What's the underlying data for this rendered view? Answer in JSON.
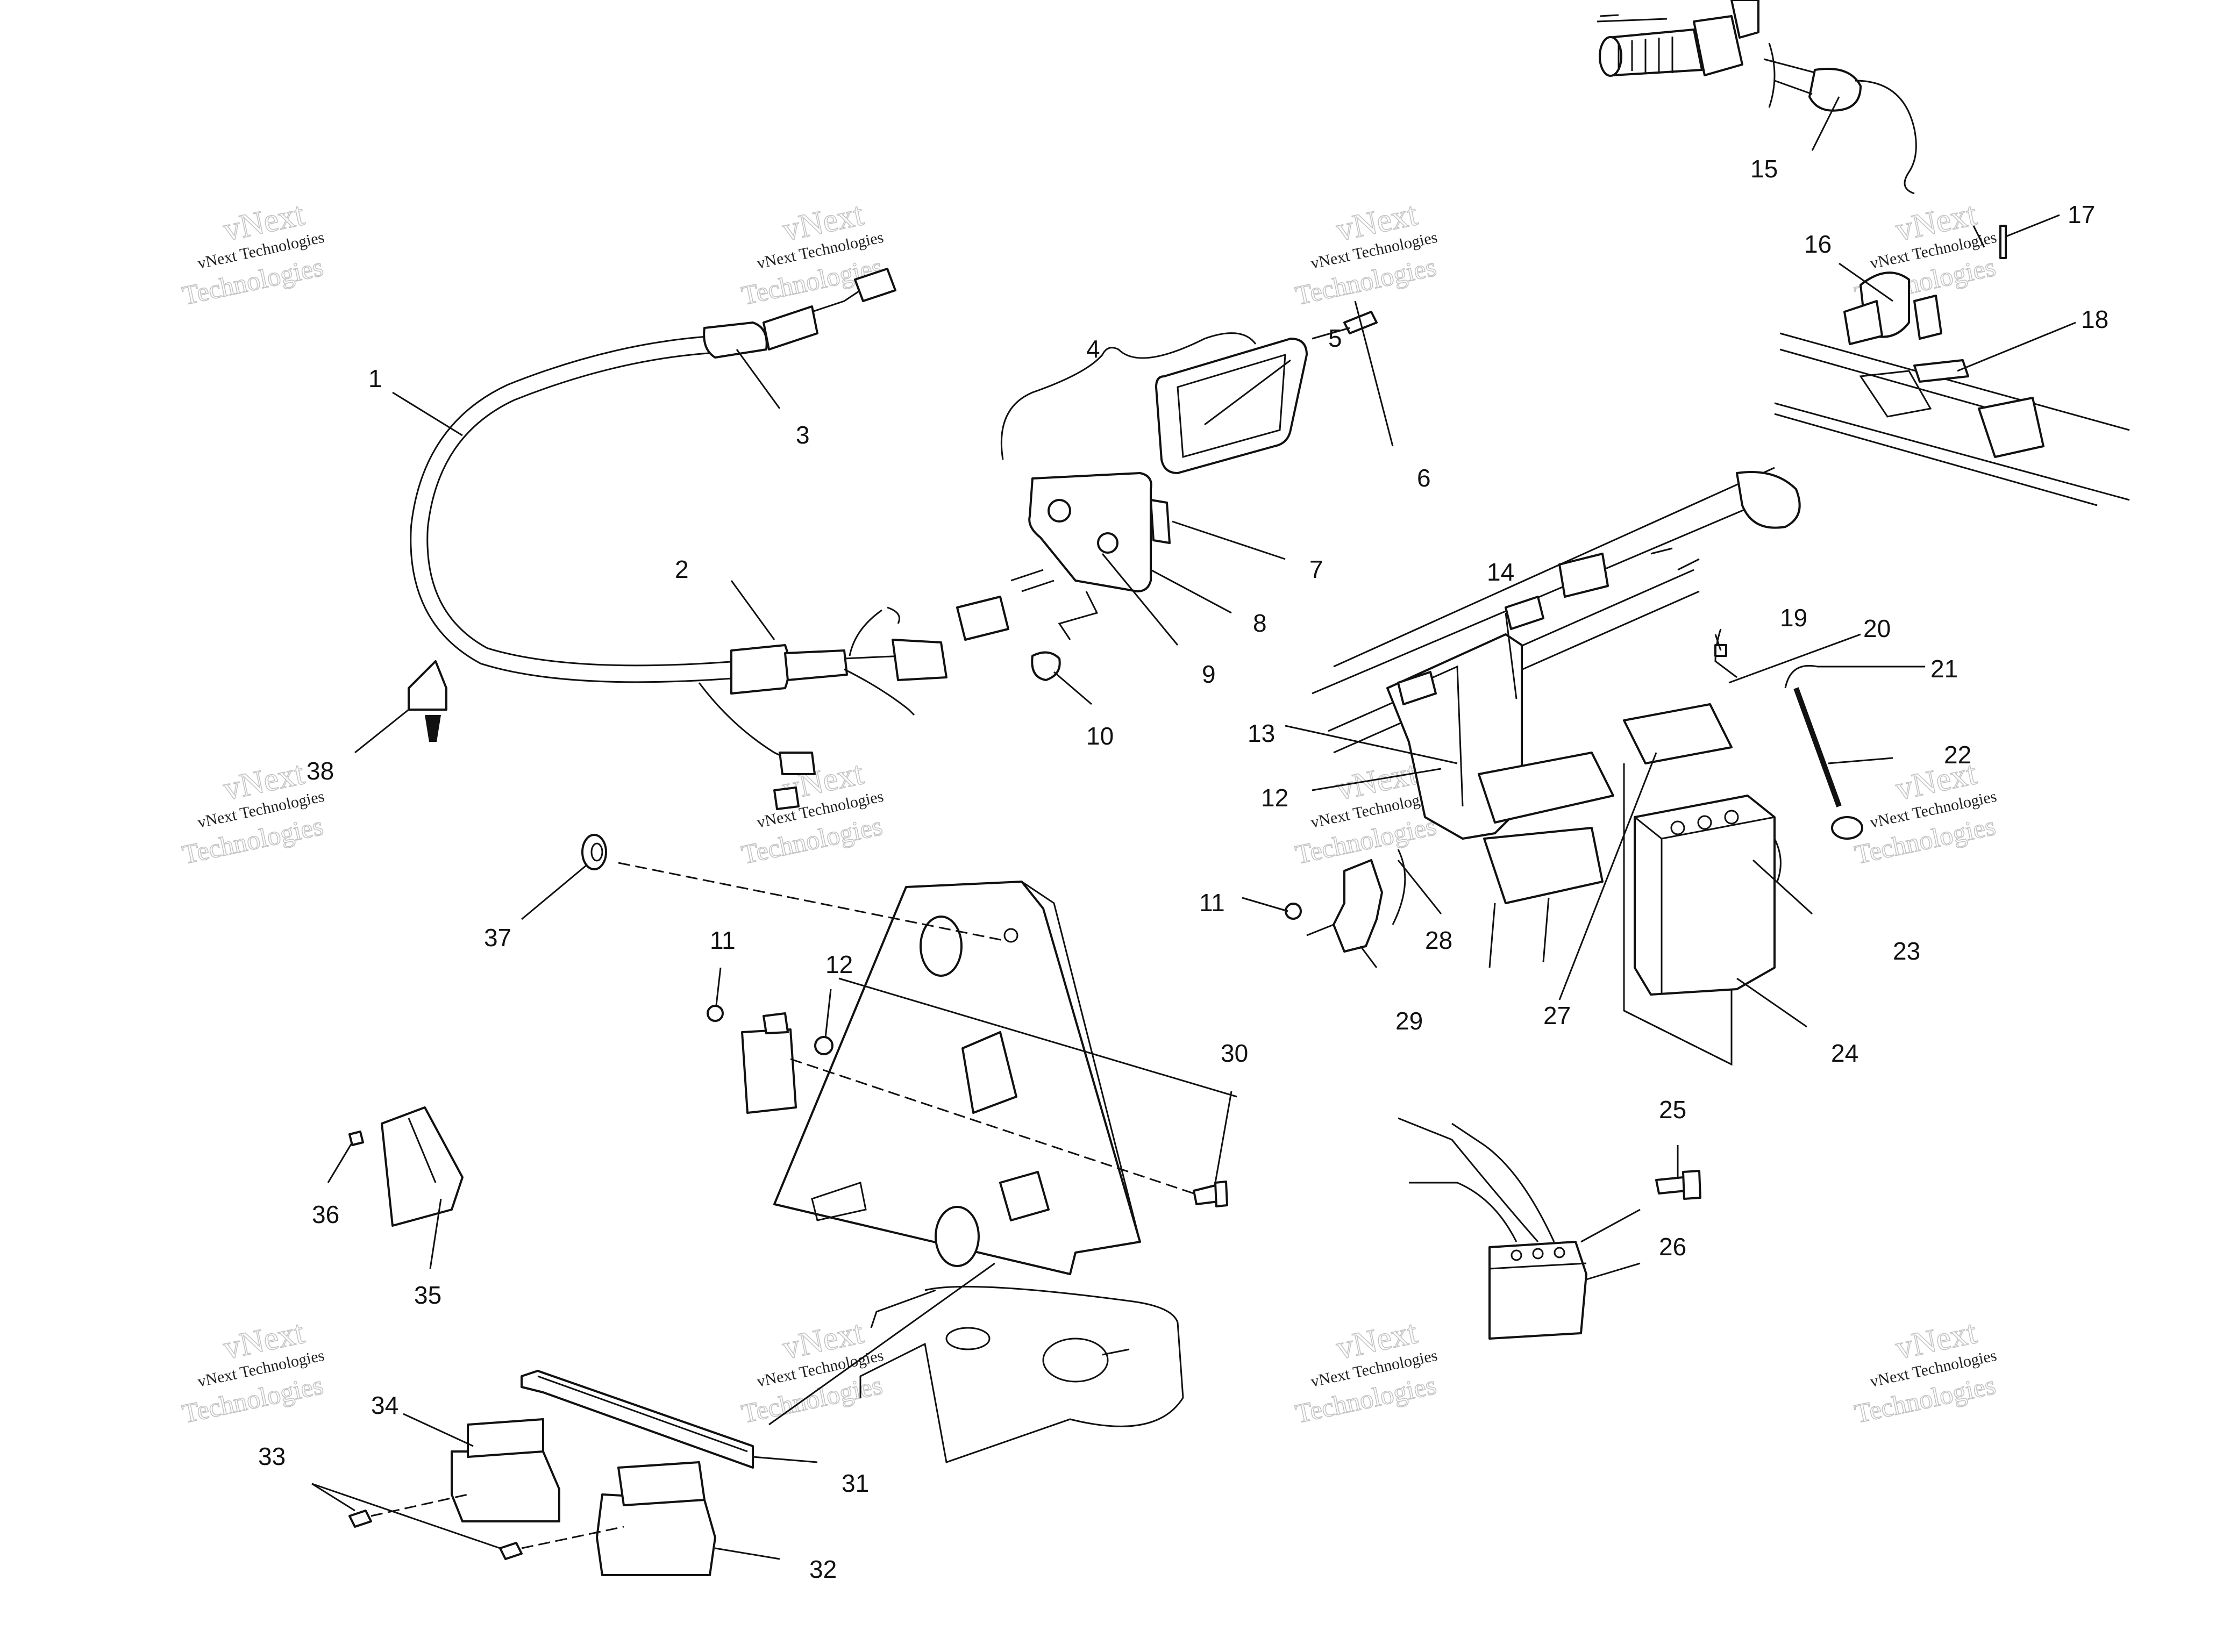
{
  "watermark": {
    "line1": "vNext Technologies",
    "line2": "vNext",
    "line3": "Technologies"
  },
  "callouts": [
    {
      "id": "1",
      "label": "1"
    },
    {
      "id": "2",
      "label": "2"
    },
    {
      "id": "3",
      "label": "3"
    },
    {
      "id": "4",
      "label": "4"
    },
    {
      "id": "5",
      "label": "5"
    },
    {
      "id": "6",
      "label": "6"
    },
    {
      "id": "7",
      "label": "7"
    },
    {
      "id": "8",
      "label": "8"
    },
    {
      "id": "9",
      "label": "9"
    },
    {
      "id": "10",
      "label": "10"
    },
    {
      "id": "11a",
      "label": "11"
    },
    {
      "id": "11b",
      "label": "11"
    },
    {
      "id": "12a",
      "label": "12"
    },
    {
      "id": "12b",
      "label": "12"
    },
    {
      "id": "13",
      "label": "13"
    },
    {
      "id": "14",
      "label": "14"
    },
    {
      "id": "15",
      "label": "15"
    },
    {
      "id": "16",
      "label": "16"
    },
    {
      "id": "17",
      "label": "17"
    },
    {
      "id": "18",
      "label": "18"
    },
    {
      "id": "19",
      "label": "19"
    },
    {
      "id": "20",
      "label": "20"
    },
    {
      "id": "21",
      "label": "21"
    },
    {
      "id": "22",
      "label": "22"
    },
    {
      "id": "23",
      "label": "23"
    },
    {
      "id": "24",
      "label": "24"
    },
    {
      "id": "25",
      "label": "25"
    },
    {
      "id": "26",
      "label": "26"
    },
    {
      "id": "27",
      "label": "27"
    },
    {
      "id": "28",
      "label": "28"
    },
    {
      "id": "29",
      "label": "29"
    },
    {
      "id": "30",
      "label": "30"
    },
    {
      "id": "31",
      "label": "31"
    },
    {
      "id": "32",
      "label": "32"
    },
    {
      "id": "33",
      "label": "33"
    },
    {
      "id": "34",
      "label": "34"
    },
    {
      "id": "35",
      "label": "35"
    },
    {
      "id": "36",
      "label": "36"
    },
    {
      "id": "37",
      "label": "37"
    },
    {
      "id": "38",
      "label": "38"
    }
  ]
}
